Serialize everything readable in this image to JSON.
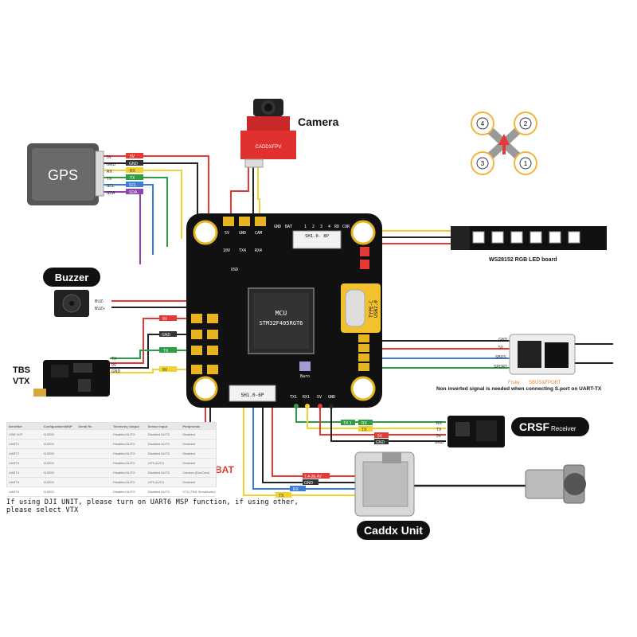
{
  "labels": {
    "camera": "Camera",
    "gps": "GPS",
    "buzzer": "Buzzer",
    "tbs_vtx_1": "TBS",
    "tbs_vtx_2": "VTX",
    "ws_led": "WS28152 RGB LED board",
    "crsf_1": "CRSF",
    "crsf_2": "Receiver",
    "caddx_unit": "Caddx Unit",
    "bat": "BAT",
    "mcu_1": "MCU",
    "mcu_2": "STM32F405RGT6",
    "usb_1": "TYPE-C",
    "usb_2": "USB2.0",
    "sh_top": "SH1.0- 8P",
    "sh_bottom": "SH1.0-6P",
    "frsky": "Frsky",
    "sbus": "SBUS&FPORT",
    "note_sport": "Non inverted signal is needed when connecting S.port on UART-TX",
    "footnote": "If using DJI UNIT, please turn on UART6 MSP function, if using other, please select VTX",
    "camera_brand": "CADDXFPV"
  },
  "gps_wires": [
    "5V",
    "GND",
    "RX",
    "TX",
    "SCL",
    "SDA"
  ],
  "buzzer_wires": [
    "BUZ-",
    "BUZ+"
  ],
  "vtx_wires": [
    "TX",
    "9V",
    "GND"
  ],
  "pad_labels_left": [
    "9V",
    "GND",
    "TX",
    "9V"
  ],
  "rx_wires": [
    "GND",
    "5V",
    "SBUS",
    "SPORT"
  ],
  "crsf_wires": [
    "RX",
    "TX",
    "5V",
    "GND"
  ],
  "caddx_wires": [
    "7.4-26.4V",
    "GND",
    "RX",
    "TX"
  ],
  "motor_numbers": [
    "4",
    "2",
    "3",
    "1"
  ],
  "board_text": {
    "top_row": [
      "5V",
      "GND",
      "CAM"
    ],
    "top_row2": [
      "10V",
      "TX4",
      "RX4"
    ],
    "top_right": [
      "GND",
      "BAT",
      "1",
      "2",
      "3",
      "4",
      "RD",
      "CUR"
    ],
    "bottom": [
      "TX1",
      "RX1",
      "5V",
      "GND"
    ],
    "osd": "OSD",
    "baro": "Baro"
  },
  "colors": {
    "red": "#e53935",
    "black": "#222222",
    "yellow": "#f2d230",
    "green": "#2e9e45",
    "blue": "#3b7dd8",
    "purple": "#8e44ad",
    "orange": "#f39c12",
    "board": "#111111",
    "gold": "#e6b422"
  },
  "table": {
    "headers": [
      "Identifier",
      "Configuration/MSP",
      "Serial Rx",
      "Telemetry Output",
      "Sensor Input",
      "Peripherals"
    ],
    "rows": [
      [
        "USB VCP",
        "115200",
        "",
        "Disabled  AUTO",
        "Disabled  AUTO",
        "Disabled"
      ],
      [
        "UART1",
        "115200",
        "",
        "Disabled  AUTO",
        "Disabled  AUTO",
        "Disabled"
      ],
      [
        "UART2",
        "115200",
        "",
        "Disabled  AUTO",
        "Disabled  AUTO",
        "Disabled"
      ],
      [
        "UART3",
        "115200",
        "",
        "Disabled  AUTO",
        "GPS  AUTO",
        "Disabled"
      ],
      [
        "UART4",
        "115200",
        "",
        "Disabled  AUTO",
        "Disabled  AUTO",
        "Camera (RunCam)"
      ],
      [
        "UART5",
        "115200",
        "",
        "Disabled  AUTO",
        "GPS  AUTO",
        "Disabled"
      ],
      [
        "UART6",
        "115200",
        "",
        "Disabled  AUTO",
        "Disabled  AUTO",
        "VTX (TBS SmartAudio)"
      ]
    ]
  }
}
